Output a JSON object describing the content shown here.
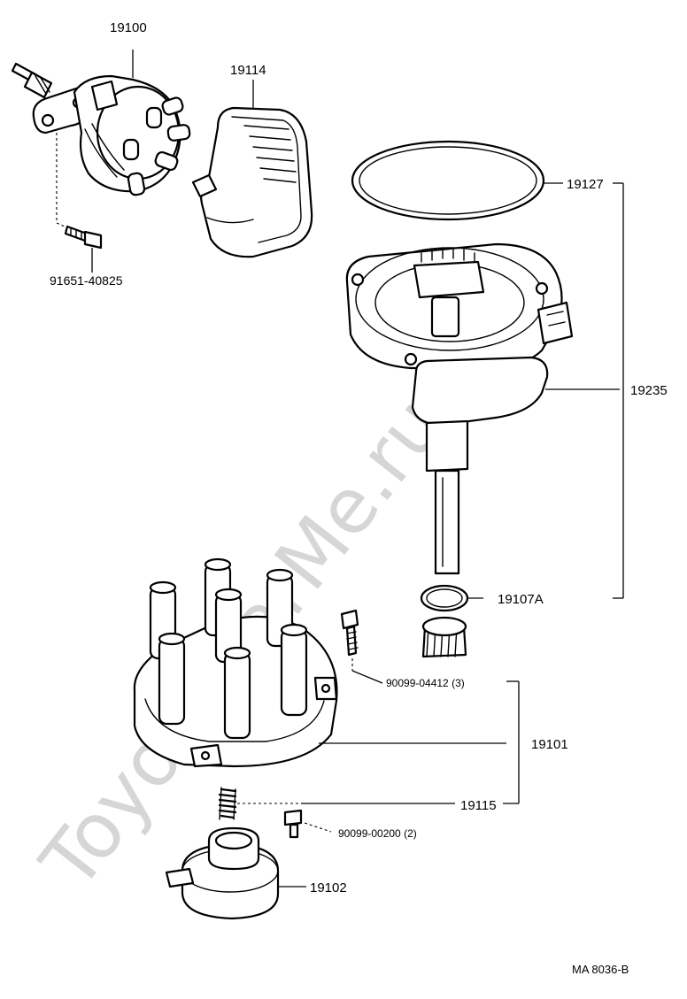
{
  "watermark": "ToyotaCarMe.ru",
  "footer_code": "MA  8036-B",
  "callouts": {
    "distributor_assy": "19100",
    "ignition_coil_cover": "19114",
    "bolt_top": "91651-40825",
    "o_ring_large": "19127",
    "housing_assy": "19235",
    "o_ring_small": "19107A",
    "screw_cap": "90099-04412 (3)",
    "distributor_cap": "19101",
    "spring": "19115",
    "screw_rotor": "90099-00200 (2)",
    "rotor": "19102"
  },
  "colors": {
    "line": "#000000",
    "background": "#ffffff",
    "watermark": "#d6d6d6"
  }
}
